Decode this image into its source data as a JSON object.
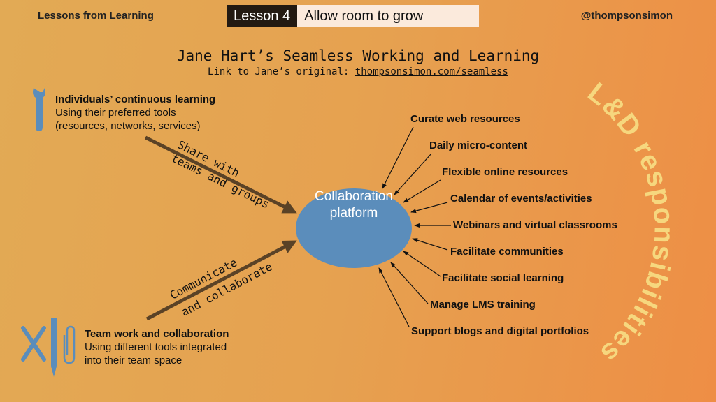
{
  "header": {
    "series": "Lessons from Learning",
    "lesson_number": "Lesson 4",
    "lesson_title": "Allow room to grow",
    "handle": "@thompsonsimon"
  },
  "title": "Jane Hart’s Seamless Working and Learning",
  "link": {
    "prefix": "Link to Jane’s original:",
    "url_text": "thompsonsimon.com/seamless"
  },
  "individual": {
    "title": "Individuals’ continuous learning",
    "line1": "Using their preferred tools",
    "line2": "(resources, networks, services)",
    "icon": "wrench-icon"
  },
  "team": {
    "title": "Team work and collaboration",
    "line1": "Using different tools integrated",
    "line2": "into their team space",
    "icons": [
      "tools-icon",
      "pencil-icon",
      "paperclip-icon"
    ]
  },
  "arrows": {
    "share_1": "Share with",
    "share_2": "teams and groups",
    "comm_1": "Communicate",
    "comm_2": "and collaborate"
  },
  "center": {
    "line1": "Collaboration",
    "line2": "platform"
  },
  "responsibilities": [
    "Curate web resources",
    "Daily micro-content",
    "Flexible online resources",
    "Calendar of events/activities",
    "Webinars and virtual classrooms",
    "Facilitate communities",
    "Facilitate social learning",
    "Manage LMS training",
    "Support blogs and digital portfolios"
  ],
  "arc_label": "L&D responsibilities",
  "colors": {
    "accent_blue": "#5b8dbb",
    "arrow_brown": "#5a4226",
    "arc_text": "#f6d77e"
  }
}
